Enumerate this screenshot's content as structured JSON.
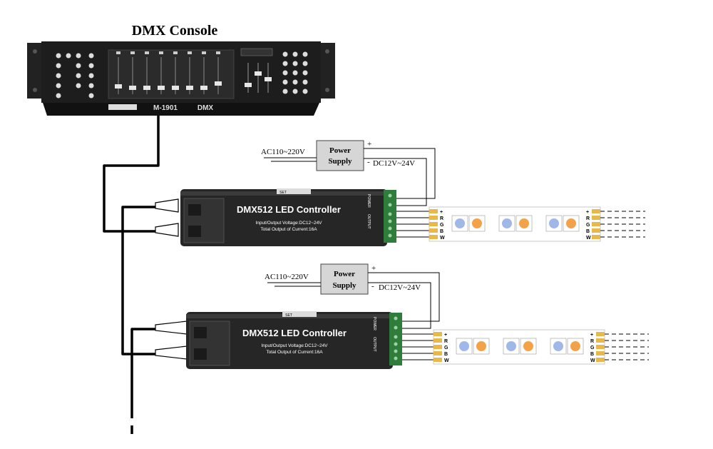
{
  "console": {
    "title": "DMX Console",
    "brand": "M-1901",
    "dmx_label": "DMX"
  },
  "controllers": [
    {
      "title": "DMX512 LED Controller",
      "spec_voltage": "Input/Output Voltage:DC12~24V",
      "spec_current": "Total Output of Current:16A",
      "set_label": "SET",
      "power_label": "POWER",
      "output_label": "OUTPUT",
      "psu_line1": "Power",
      "psu_line2": "Supply",
      "ac_label": "AC110~220V",
      "dc_label": "DC12V~24V",
      "plus": "+",
      "minus": "-"
    },
    {
      "title": "DMX512 LED Controller",
      "spec_voltage": "Input/Output Voltage:DC12~24V",
      "spec_current": "Total Output of Current:16A",
      "set_label": "SET",
      "power_label": "POWER",
      "output_label": "OUTPUT",
      "psu_line1": "Power",
      "psu_line2": "Supply",
      "ac_label": "AC110~220V",
      "dc_label": "DC12V~24V",
      "plus": "+",
      "minus": "-"
    }
  ],
  "strip_pins": [
    "+",
    "R",
    "G",
    "B",
    "W"
  ],
  "colors": {
    "cable": "#000000",
    "console_body": "#1d1d1d",
    "controller_body": "#2a2a2a",
    "terminal_green": "#2f7d3a",
    "pin_gold": "#e8b84a",
    "led_warm": "#f4a24a"
  }
}
